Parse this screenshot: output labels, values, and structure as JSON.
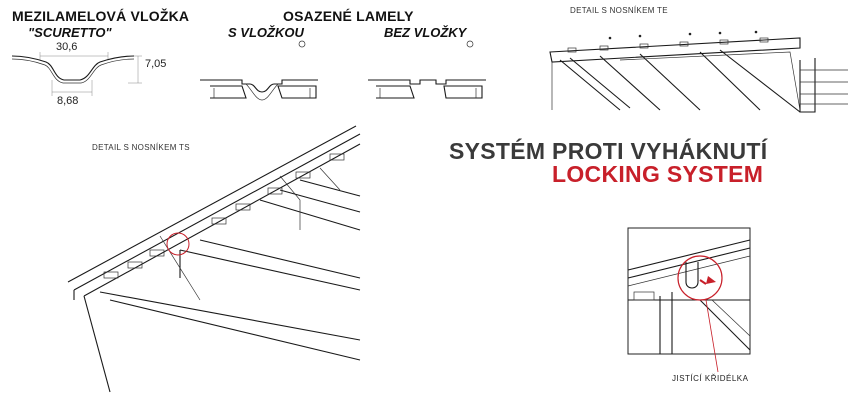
{
  "profile": {
    "title": "MEZILAMELOVÁ VLOŽKA",
    "subtitle": "\"SCURETTO\"",
    "dim_top": "30,6",
    "dim_height": "7,05",
    "dim_bottom": "8,68"
  },
  "mounted": {
    "title": "OSAZENÉ LAMELY",
    "with_insert": "S VLOŽKOU",
    "without_insert": "BEZ VLOŽKY"
  },
  "detail_te": {
    "label": "DETAIL S NOSNÍKEM TE"
  },
  "detail_ts": {
    "label": "DETAIL S NOSNÍKEM TS"
  },
  "system": {
    "title_cz": "SYSTÉM PROTI VYHÁKNUTÍ",
    "title_en": "LOCKING SYSTEM",
    "accent_color": "#c8202a"
  },
  "locking_detail": {
    "caption": "JISTÍCÍ KŘIDÉLKA"
  }
}
